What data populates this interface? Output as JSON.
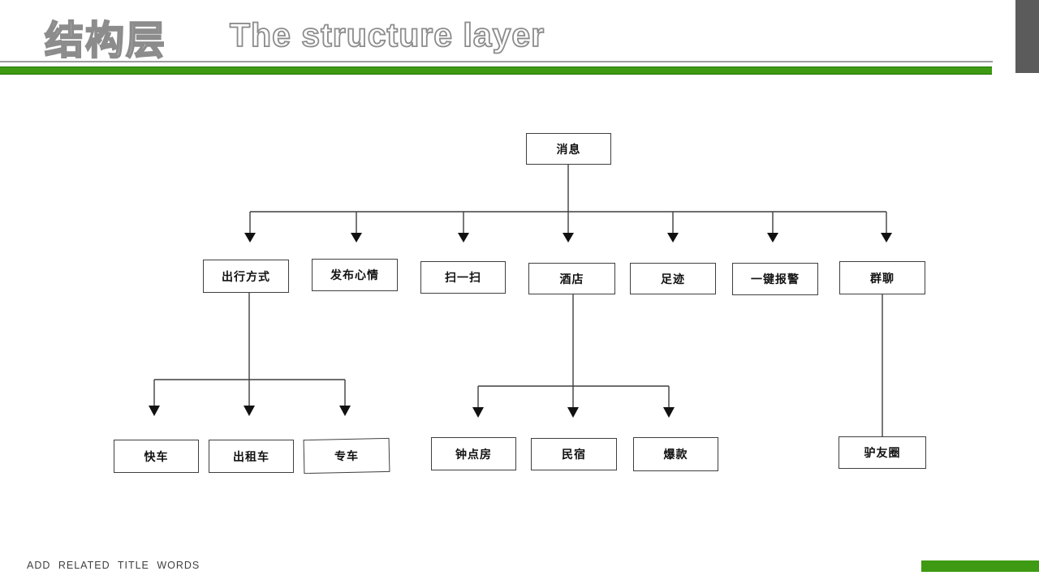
{
  "header": {
    "title_cn": "结构层",
    "title_en": "The structure layer"
  },
  "footer": {
    "note": "ADD RELATED TITLE WORDS"
  },
  "colors": {
    "accent_green": "#3e9a12",
    "corner_block_gray": "#5b5b5b",
    "thin_rule_gray": "#9d9d9d",
    "box_border": "#3f3f3f",
    "connector_line": "#3f3f3f",
    "arrowhead": "#111111"
  },
  "diagram": {
    "type": "flowchart",
    "nodes": [
      {
        "id": "message",
        "label": "消息",
        "level": 1
      },
      {
        "id": "travel-mode",
        "label": "出行方式",
        "level": 2
      },
      {
        "id": "post-mood",
        "label": "发布心情",
        "level": 2
      },
      {
        "id": "scan",
        "label": "扫一扫",
        "level": 2
      },
      {
        "id": "hotel",
        "label": "酒店",
        "level": 2
      },
      {
        "id": "footprints",
        "label": "足迹",
        "level": 2
      },
      {
        "id": "sos-alert",
        "label": "一键报警",
        "level": 2
      },
      {
        "id": "group-chat",
        "label": "群聊",
        "level": 2
      },
      {
        "id": "express-car",
        "label": "快车",
        "level": 3
      },
      {
        "id": "taxi",
        "label": "出租车",
        "level": 3
      },
      {
        "id": "premium-car",
        "label": "专车",
        "level": 3
      },
      {
        "id": "hourly-room",
        "label": "钟点房",
        "level": 3
      },
      {
        "id": "homestay",
        "label": "民宿",
        "level": 3
      },
      {
        "id": "hot-deal",
        "label": "爆款",
        "level": 3
      },
      {
        "id": "travel-buddies",
        "label": "驴友圈",
        "level": 3
      }
    ],
    "edges": [
      {
        "from": "消息",
        "to": "出行方式",
        "arrow": true
      },
      {
        "from": "消息",
        "to": "发布心情",
        "arrow": true
      },
      {
        "from": "消息",
        "to": "扫一扫",
        "arrow": true
      },
      {
        "from": "消息",
        "to": "酒店",
        "arrow": true
      },
      {
        "from": "消息",
        "to": "足迹",
        "arrow": true
      },
      {
        "from": "消息",
        "to": "一键报警",
        "arrow": true
      },
      {
        "from": "消息",
        "to": "群聊",
        "arrow": true
      },
      {
        "from": "出行方式",
        "to": "快车",
        "arrow": true
      },
      {
        "from": "出行方式",
        "to": "出租车",
        "arrow": true
      },
      {
        "from": "出行方式",
        "to": "专车",
        "arrow": true
      },
      {
        "from": "酒店",
        "to": "钟点房",
        "arrow": true
      },
      {
        "from": "酒店",
        "to": "民宿",
        "arrow": true
      },
      {
        "from": "酒店",
        "to": "爆款",
        "arrow": true
      },
      {
        "from": "群聊",
        "to": "驴友圈",
        "arrow": false
      }
    ]
  }
}
